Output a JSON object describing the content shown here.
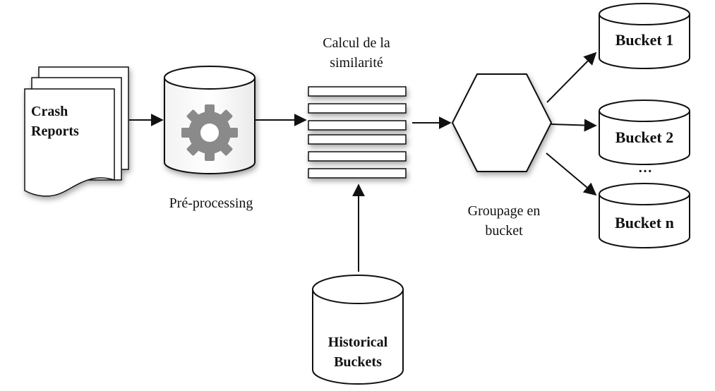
{
  "nodes": {
    "crash_reports": {
      "line1": "Crash",
      "line2": "Reports"
    },
    "preprocessing": {
      "caption": "Pré-processing",
      "icon": "gear-icon"
    },
    "similarity": {
      "caption_line1": "Calcul de la",
      "caption_line2": "similarité"
    },
    "grouping": {
      "caption_line1": "Groupage en",
      "caption_line2": "bucket"
    },
    "historical": {
      "line1": "Historical",
      "line2": "Buckets"
    },
    "buckets": [
      {
        "label": "Bucket 1"
      },
      {
        "label": "Bucket 2"
      },
      {
        "label": "Bucket n"
      }
    ],
    "ellipsis": "…"
  },
  "colors": {
    "stroke": "#111111",
    "fill": "#ffffff",
    "gear": "#8a8a8a"
  }
}
